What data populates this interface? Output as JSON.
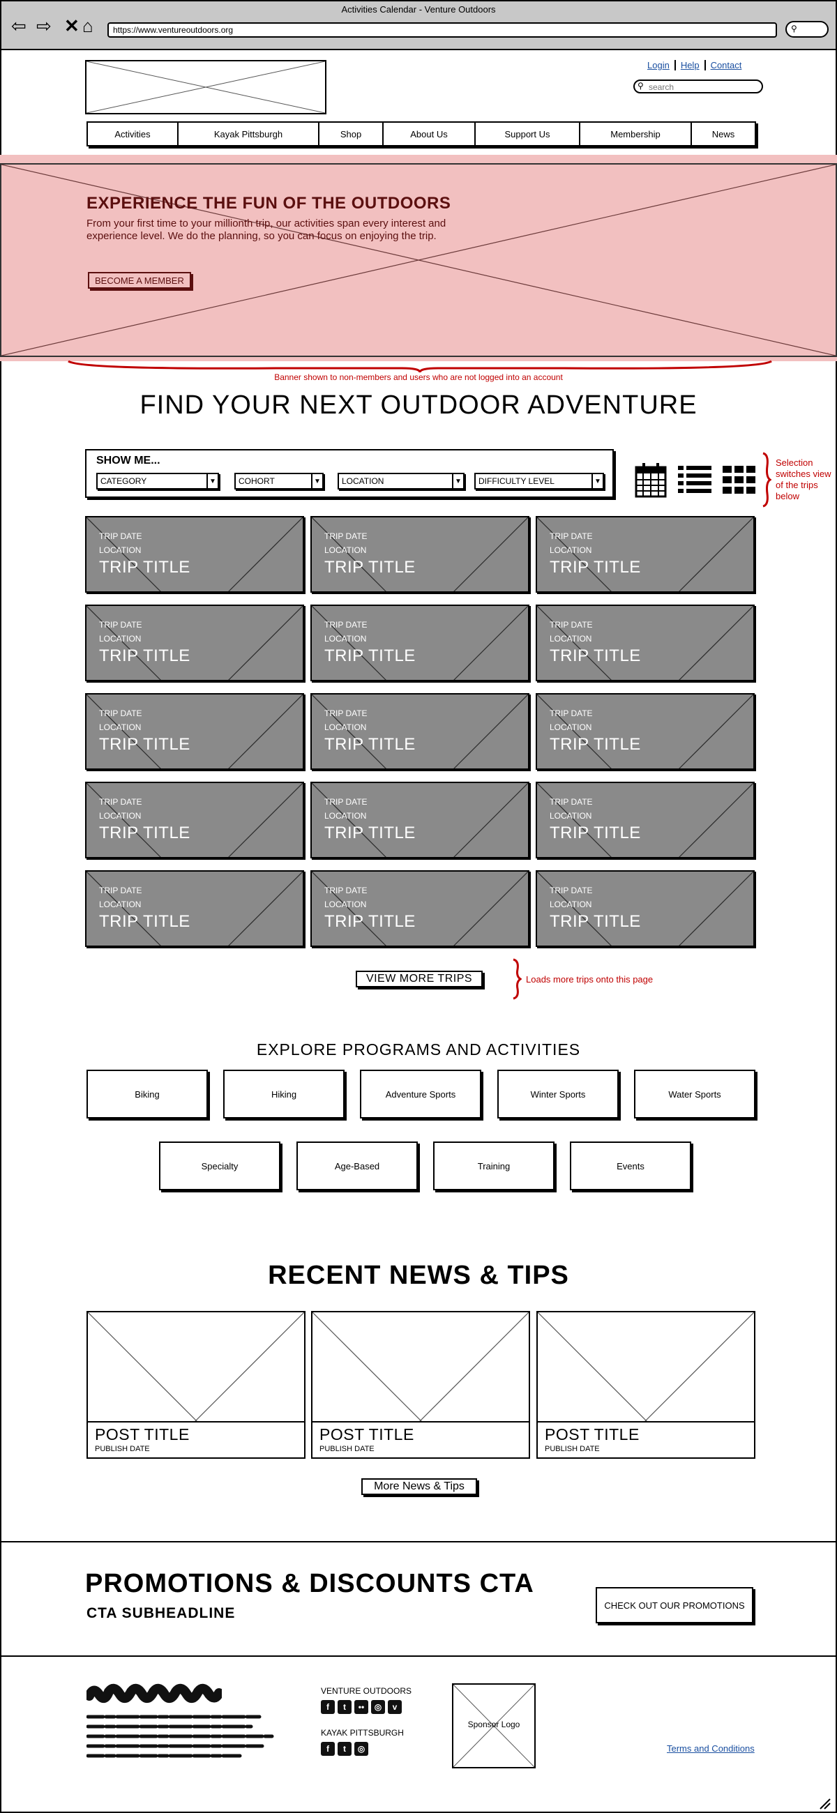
{
  "browser": {
    "title": "Activities Calendar - Venture Outdoors",
    "url": "https://www.ventureoutdoors.org"
  },
  "header": {
    "links": [
      "Login",
      "Help",
      "Contact"
    ],
    "search_placeholder": "search"
  },
  "nav": [
    "Activities",
    "Kayak Pittsburgh",
    "Shop",
    "About Us",
    "Support Us",
    "Membership",
    "News"
  ],
  "banner": {
    "headline": "EXPERIENCE THE FUN OF THE OUTDOORS",
    "body": "From your first time to your millionth trip, our activities span every interest and experience level. We do the planning, so you can focus on enjoying the trip.",
    "cta": "BECOME A MEMBER",
    "note": "Banner shown to non-members and users who are not logged into an account"
  },
  "find": {
    "title": "FIND YOUR NEXT OUTDOOR ADVENTURE",
    "show_me": "SHOW ME...",
    "filters": [
      "CATEGORY",
      "COHORT",
      "LOCATION",
      "DIFFICULTY LEVEL"
    ],
    "view_note": "Selection switches view of the trips below"
  },
  "trip_card": {
    "date": "TRIP DATE",
    "location": "LOCATION",
    "title": "TRIP TITLE"
  },
  "view_more": {
    "label": "VIEW MORE TRIPS",
    "note": "Loads more trips onto this page"
  },
  "programs": {
    "title": "EXPLORE PROGRAMS AND ACTIVITIES",
    "row1": [
      "Biking",
      "Hiking",
      "Adventure Sports",
      "Winter Sports",
      "Water Sports"
    ],
    "row2": [
      "Specialty",
      "Age-Based",
      "Training",
      "Events"
    ]
  },
  "news": {
    "title": "RECENT NEWS & TIPS",
    "post_title": "POST TITLE",
    "publish_date": "PUBLISH DATE",
    "more": "More News & Tips"
  },
  "promo": {
    "headline": "PROMOTIONS & DISCOUNTS CTA",
    "subheadline": "CTA SUBHEADLINE",
    "button": "CHECK OUT OUR PROMOTIONS"
  },
  "footer": {
    "venture_label": "VENTURE OUTDOORS",
    "kayak_label": "KAYAK PITTSBURGH",
    "venture_icons": [
      "facebook-icon",
      "twitter-icon",
      "flickr-icon",
      "instagram-icon",
      "vimeo-icon"
    ],
    "kayak_icons": [
      "facebook-icon",
      "twitter-icon",
      "instagram-icon"
    ],
    "sponsor": "Sponsor Logo",
    "terms": "Terms and Conditions"
  }
}
